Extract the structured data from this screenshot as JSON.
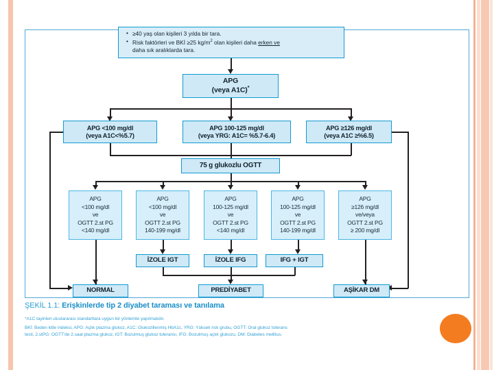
{
  "slide": {
    "accent_blue": "#0f9ad0",
    "box_fill": "#cfe9f7",
    "accent_orange": "#f47c20",
    "stripe_color": "#f7c6ad"
  },
  "flow": {
    "screening_criteria": {
      "bullet_1": "≥40 yaş olan kişileri 3 yılda bir tara.",
      "bullet_2_a": "Risk faktörleri ve BKİ ≥25 kg/m",
      "bullet_2_sup": "2",
      "bullet_2_b": " olan kişileri daha ",
      "bullet_2_underline": "erken ve",
      "bullet_2_c": "daha sık aralıklarda tara."
    },
    "test_node": {
      "line1": "APG",
      "line2": "(veya A1C)",
      "footnote_marker": "*"
    },
    "result_tier": [
      {
        "id": "low",
        "line1": "APG <100 mg/dl",
        "line2": "(veya A1C<%5.7)"
      },
      {
        "id": "intermediate",
        "line1": "APG 100-125 mg/dl",
        "line2": "(veya YRG: A1C= %5.7-6.4)"
      },
      {
        "id": "high",
        "line1": "APG ≥126 mg/dl",
        "line2": "(veya A1C ≥%6.5)"
      }
    ],
    "ogtt_node": "75 g glukozlu OGTT",
    "ogtt_outcomes": [
      {
        "l1": "APG",
        "l2": "<100 mg/dl",
        "l3": "ve",
        "l4": "OGTT 2.st PG",
        "l5": "<140 mg/dl"
      },
      {
        "l1": "APG",
        "l2": "<100 mg/dl",
        "l3": "ve",
        "l4": "OGTT 2.st PG",
        "l5": "140-199 mg/dl"
      },
      {
        "l1": "APG",
        "l2": "100-125 mg/dl",
        "l3": "ve",
        "l4": "OGTT 2.st PG",
        "l5": "<140 mg/dl"
      },
      {
        "l1": "APG",
        "l2": "100-125 mg/dl",
        "l3": "ve",
        "l4": "OGTT 2.st PG",
        "l5": "140-199 mg/dl"
      },
      {
        "l1": "APG",
        "l2": "≥126 mg/dl",
        "l3": "ve/veya",
        "l4": "OGTT 2.st PG",
        "l5": "≥ 200 mg/dl"
      }
    ],
    "classification": [
      {
        "label": "İZOLE IGT"
      },
      {
        "label": "İZOLE IFG"
      },
      {
        "label": "IFG + IGT"
      }
    ],
    "diagnosis": [
      {
        "label": "NORMAL"
      },
      {
        "label": "PREDİYABET"
      },
      {
        "label": "AŞİKAR DM"
      }
    ]
  },
  "caption": {
    "figure_number": "ŞEKİL 1.1: ",
    "title": "Erişkinlerde tip 2 diyabet taraması ve tanılama"
  },
  "footnotes": {
    "a1c_note": "*A1C tayinleri uluslararası standartlara uygun bir yöntemle yapılmalıdır.",
    "abbreviations_line1": "BKİ: Beden kitle indeksi, APG: Açlık plazma glukoz, A1C: Glukozillenmiş HbA1c, YRG: Yüksek risk grubu, OGTT: Oral glukoz tolerans",
    "abbreviations_line2": "testi, 2.stPG: OGTT'de 2.saat plazma glukoz, IGT: Bozulmuş glukoz toleransı, IFG: Bozulmuş açlık glukozu, DM: Diabetes mellitus."
  }
}
